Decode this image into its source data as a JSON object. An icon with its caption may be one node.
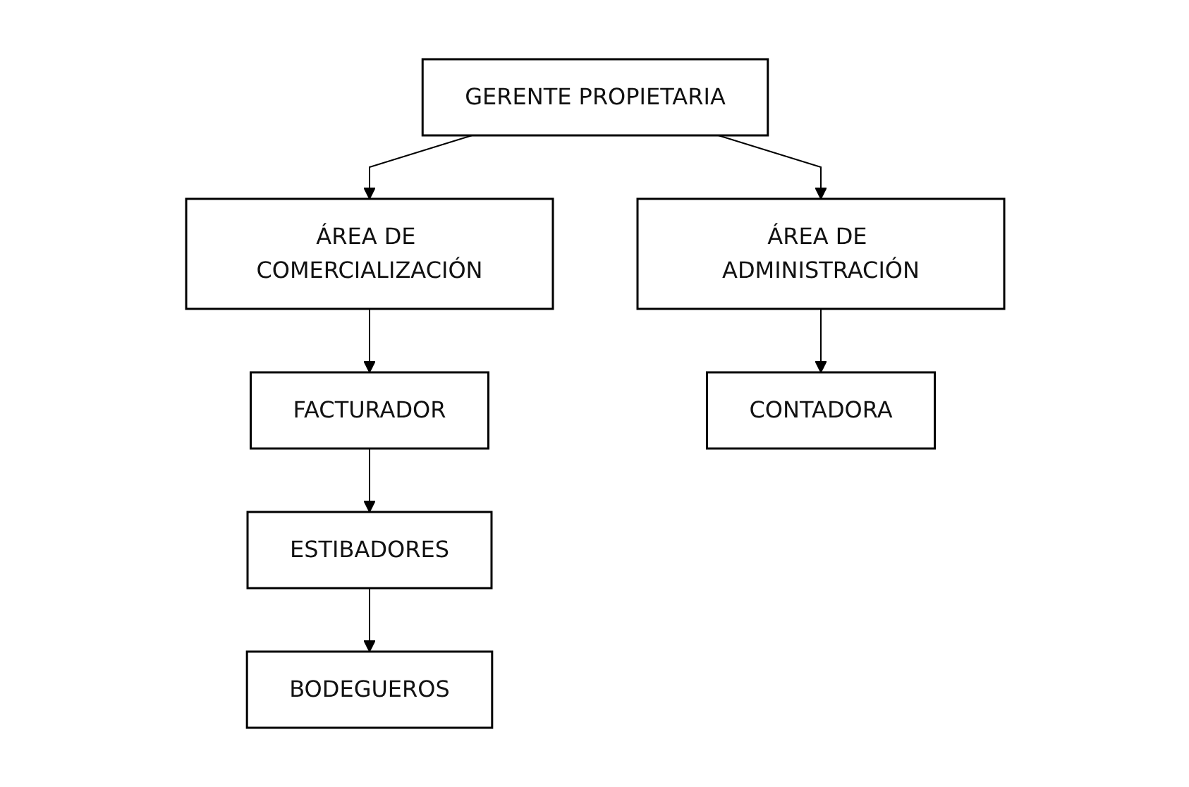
{
  "diagram": {
    "nodes": [
      {
        "text": [
          "GERENTE PROPIETARIA"
        ]
      },
      {
        "text": [
          "ÁREA DE COMERCIALIZACIÓN"
        ]
      },
      {
        "text": [
          "ÁREA DE ADMINISTRACIÓN"
        ]
      },
      {
        "text": [
          "FACTURADOR"
        ]
      },
      {
        "text": [
          "ESTIBADORES"
        ]
      },
      {
        "text": [
          "BODEGUEROS"
        ]
      },
      {
        "text": [
          "CONTADORA"
        ]
      }
    ],
    "edges": [
      {
        "from": 0,
        "to": 1,
        "arrow": "to"
      },
      {
        "from": 0,
        "to": 2,
        "arrow": "to"
      },
      {
        "from": 1,
        "to": 3,
        "arrow": "to"
      },
      {
        "from": 3,
        "to": 4,
        "arrow": "to"
      },
      {
        "from": 4,
        "to": 5,
        "arrow": "to"
      },
      {
        "from": 2,
        "to": 6,
        "arrow": "to"
      }
    ]
  }
}
